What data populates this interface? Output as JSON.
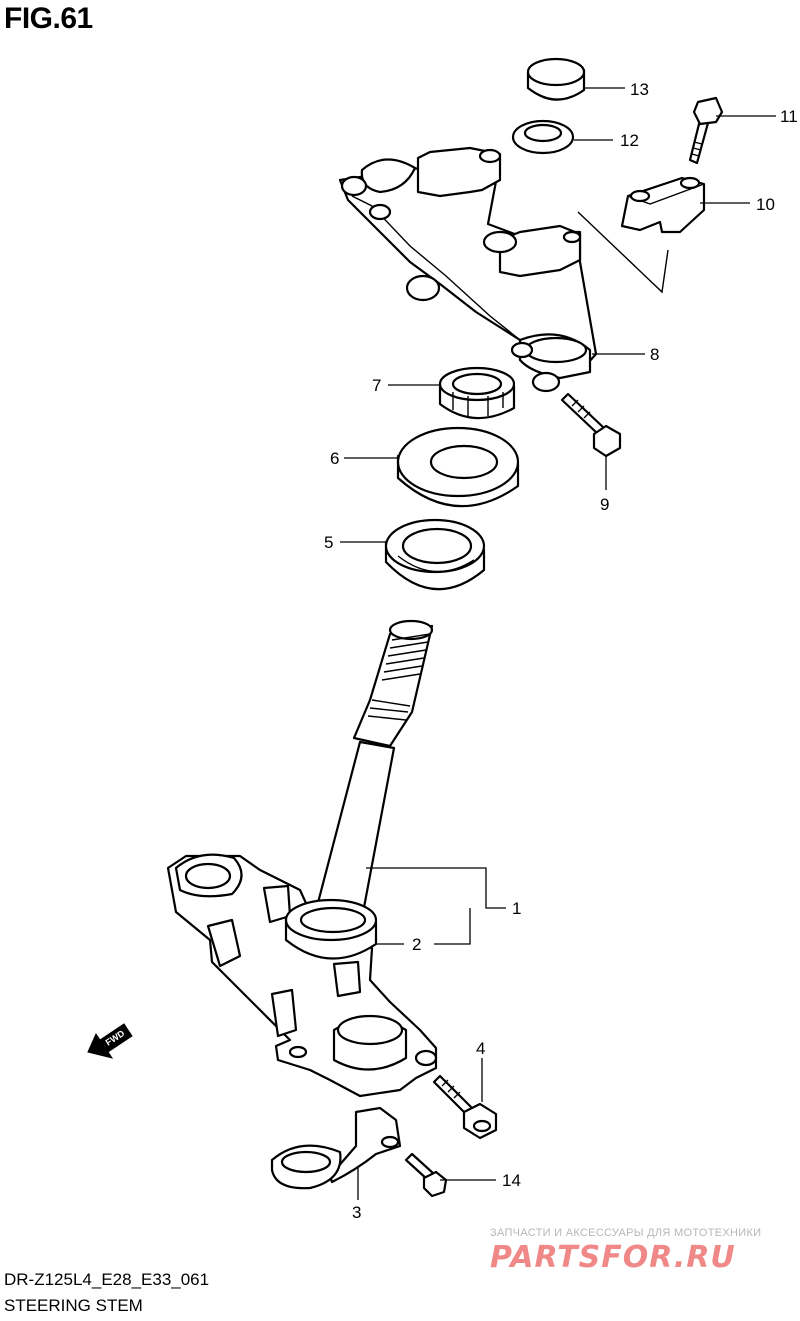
{
  "figure": {
    "title": "FIG.61",
    "model_code": "DR-Z125L4_E28_E33_061",
    "name": "STEERING STEM"
  },
  "fwd_label": "FWD",
  "callouts": [
    {
      "id": "callout-1",
      "label": "1"
    },
    {
      "id": "callout-2",
      "label": "2"
    },
    {
      "id": "callout-3",
      "label": "3"
    },
    {
      "id": "callout-4",
      "label": "4"
    },
    {
      "id": "callout-5",
      "label": "5"
    },
    {
      "id": "callout-6",
      "label": "6"
    },
    {
      "id": "callout-7",
      "label": "7"
    },
    {
      "id": "callout-8",
      "label": "8"
    },
    {
      "id": "callout-9",
      "label": "9"
    },
    {
      "id": "callout-10",
      "label": "10"
    },
    {
      "id": "callout-11",
      "label": "11"
    },
    {
      "id": "callout-12",
      "label": "12"
    },
    {
      "id": "callout-13",
      "label": "13"
    },
    {
      "id": "callout-14",
      "label": "14"
    }
  ],
  "watermark": {
    "tagline": "ЗАПЧАСТИ И АКСЕССУАРЫ ДЛЯ МОТОТЕХНИКИ",
    "logo": "PARTSFOR.RU"
  }
}
